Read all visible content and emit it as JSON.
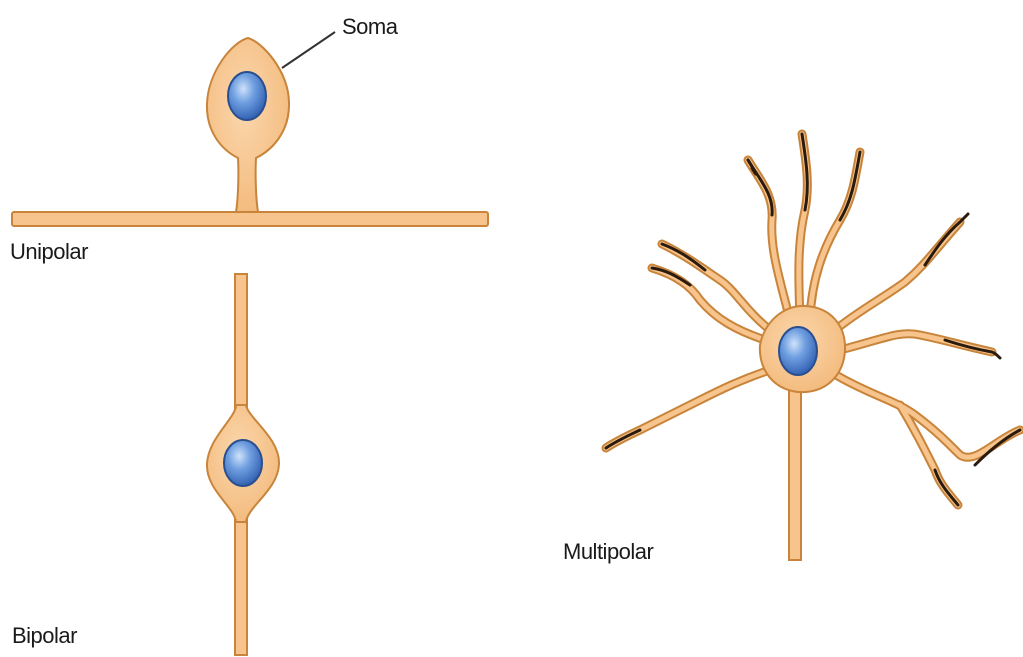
{
  "labels": {
    "soma": "Soma",
    "unipolar": "Unipolar",
    "bipolar": "Bipolar",
    "multipolar": "Multipolar"
  },
  "colors": {
    "cell_fill": "#f6c48c",
    "cell_outline": "#c8843a",
    "axon_fill": "#f6c48c",
    "nucleus_fill": "#5b8fd9",
    "nucleus_highlight": "#b7d2f2",
    "nucleus_outline": "#2a4f8f",
    "dendrite_tip": "#2b1a0e",
    "text": "#1a1a1a"
  }
}
